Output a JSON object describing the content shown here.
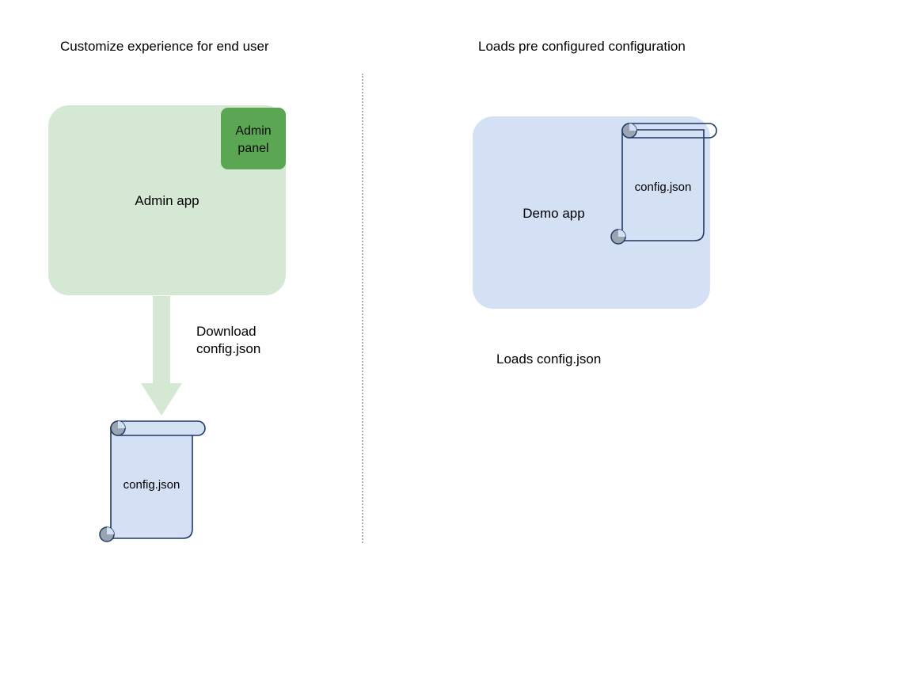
{
  "diagram": {
    "background_color": "#ffffff",
    "headings": {
      "left": "Customize experience for end user",
      "right": "Loads pre configured configuration"
    },
    "divider": {
      "style": "dotted",
      "color": "#b3b3b3"
    },
    "left_flow": {
      "app_box": {
        "label": "Admin app",
        "fill_color": "#d5e8d4"
      },
      "panel": {
        "label": "Admin\npanel",
        "label_line1": "Admin",
        "label_line2": "panel",
        "fill_color": "#5aa653"
      },
      "arrow": {
        "label_line1": "Download",
        "label_line2": "config.json",
        "color": "#d5e8d4",
        "direction": "down"
      },
      "document": {
        "label": "config.json",
        "fill_color": "#d4e1f5",
        "stroke_color": "#203864",
        "curl_color": "#9aa5b1"
      }
    },
    "right_flow": {
      "app_box": {
        "label": "Demo app",
        "fill_color": "#d4e1f5"
      },
      "document": {
        "label": "config.json",
        "fill_color": "none",
        "stroke_color": "#203864",
        "curl_color": "#9aa5b1"
      },
      "caption": "Loads config.json"
    }
  }
}
